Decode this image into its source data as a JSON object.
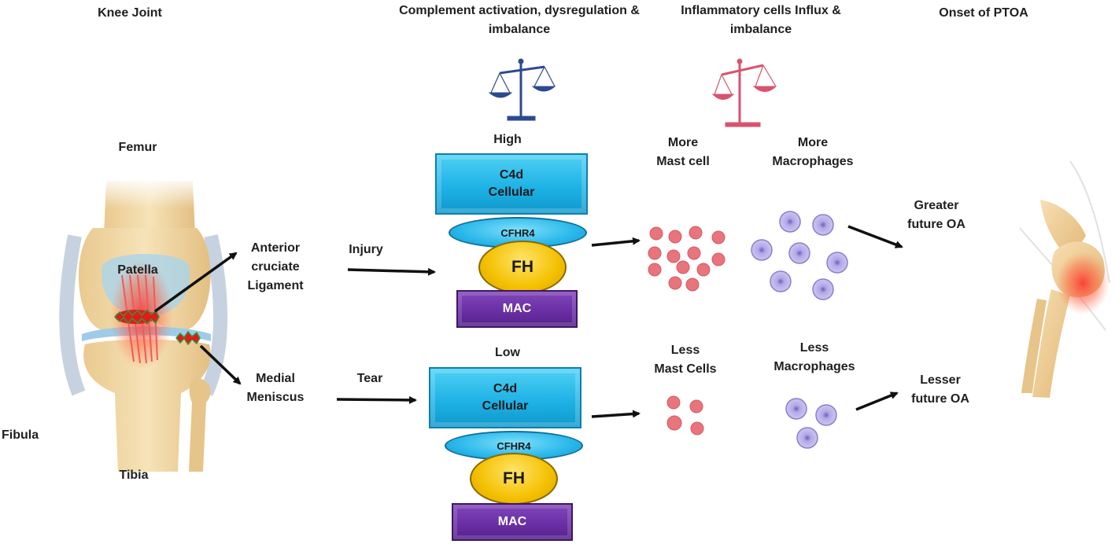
{
  "headers": {
    "knee_joint": "Knee Joint",
    "complement_line1": "Complement activation, dysregulation &",
    "complement_line2": "imbalance",
    "inflammatory_line1": "Inflammatory cells Influx &",
    "inflammatory_line2": "imbalance",
    "onset": "Onset of PTOA"
  },
  "anatomy": {
    "femur": "Femur",
    "patella": "Patella",
    "fibula": "Fibula",
    "tibia": "Tibia",
    "acl_line1": "Anterior",
    "acl_line2": "cruciate",
    "acl_line3": "Ligament",
    "mm_line1": "Medial",
    "mm_line2": "Meniscus"
  },
  "events": {
    "injury": "Injury",
    "tear": "Tear"
  },
  "stacks": {
    "high": {
      "level": "High",
      "c4d_line1": "C4d",
      "c4d_line2": "Cellular",
      "cfhr4": "CFHR4",
      "fh": "FH",
      "mac": "MAC"
    },
    "low": {
      "level": "Low",
      "c4d_line1": "C4d",
      "c4d_line2": "Cellular",
      "cfhr4": "CFHR4",
      "fh": "FH",
      "mac": "MAC"
    }
  },
  "cells": {
    "more_mast_line1": "More",
    "more_mast_line2": "Mast cell",
    "more_macro_line1": "More",
    "more_macro_line2": "Macrophages",
    "less_mast_line1": "Less",
    "less_mast_line2": "Mast Cells",
    "less_macro_line1": "Less",
    "less_macro_line2": "Macrophages"
  },
  "outcomes": {
    "greater_line1": "Greater",
    "greater_line2": "future OA",
    "lesser_line1": "Lesser",
    "lesser_line2": "future OA"
  },
  "colors": {
    "balance_complement": "#2e4a8f",
    "balance_inflammatory": "#d9536f",
    "mast_cell": "#e8747c",
    "macrophage": "#9d8fd6",
    "arrow": "#111111"
  }
}
